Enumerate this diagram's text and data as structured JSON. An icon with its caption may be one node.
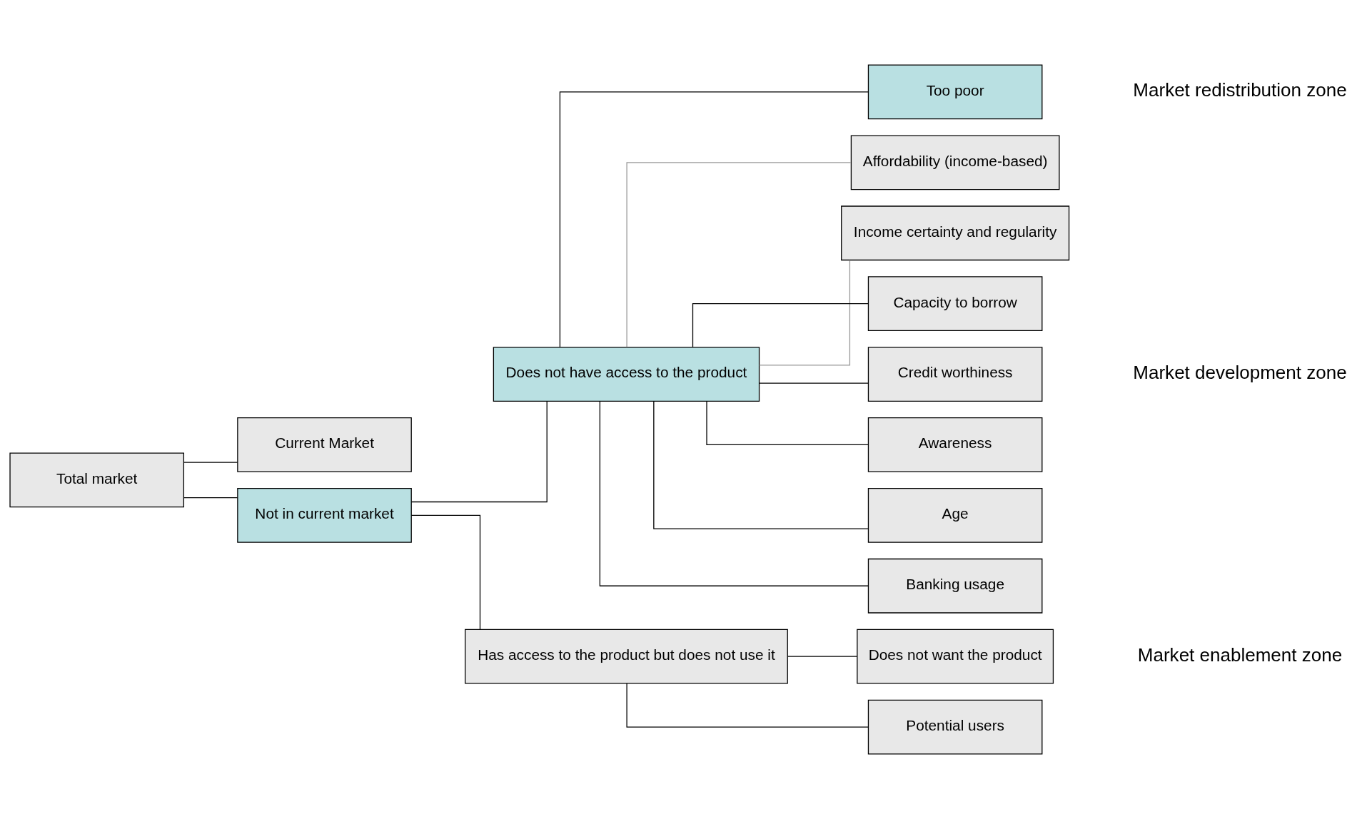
{
  "diagram": {
    "nodes": [
      {
        "text": [
          "Total market"
        ]
      },
      {
        "text": [
          "Current Market"
        ]
      },
      {
        "text": [
          "Not in current market"
        ]
      },
      {
        "text": [
          "Does not have access to the product"
        ]
      },
      {
        "text": [
          "Has access to the product but does not use it"
        ]
      },
      {
        "text": [
          "Too poor"
        ]
      },
      {
        "text": [
          "Affordability (income-based)"
        ]
      },
      {
        "text": [
          "Income certainty and regularity"
        ]
      },
      {
        "text": [
          "Capacity to borrow"
        ]
      },
      {
        "text": [
          "Credit worthiness"
        ]
      },
      {
        "text": [
          "Awareness"
        ]
      },
      {
        "text": [
          "Age"
        ]
      },
      {
        "text": [
          "Banking usage"
        ]
      },
      {
        "text": [
          "Does not want the product"
        ]
      },
      {
        "text": [
          "Potential users"
        ]
      }
    ],
    "edges": [
      {
        "from": 0,
        "to": 1,
        "arrow": "none"
      },
      {
        "from": 0,
        "to": 2,
        "arrow": "none"
      },
      {
        "from": 2,
        "to": 3,
        "arrow": "none"
      },
      {
        "from": 2,
        "to": 4,
        "arrow": "none"
      },
      {
        "from": 3,
        "to": 5,
        "arrow": "none"
      },
      {
        "from": 3,
        "to": 6,
        "arrow": "none",
        "color": "#999999"
      },
      {
        "from": 3,
        "to": 7,
        "arrow": "none",
        "color": "#999999"
      },
      {
        "from": 3,
        "to": 8,
        "arrow": "none"
      },
      {
        "from": 3,
        "to": 9,
        "arrow": "none"
      },
      {
        "from": 3,
        "to": 10,
        "arrow": "none"
      },
      {
        "from": 3,
        "to": 11,
        "arrow": "none"
      },
      {
        "from": 3,
        "to": 12,
        "arrow": "none"
      },
      {
        "from": 4,
        "to": 13,
        "arrow": "none"
      },
      {
        "from": 4,
        "to": 14,
        "arrow": "none"
      }
    ],
    "labels": [
      "Market redistribution zone",
      "Market development zone",
      "Market enablement zone"
    ]
  }
}
